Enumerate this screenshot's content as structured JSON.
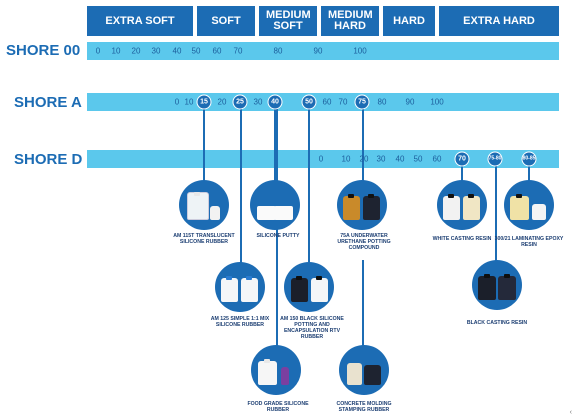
{
  "categories": [
    "EXTRA SOFT",
    "SOFT",
    "MEDIUM SOFT",
    "MEDIUM HARD",
    "HARD",
    "EXTRA HARD"
  ],
  "scales": [
    {
      "name": "SHORE 00",
      "ticks": [
        "0",
        "10",
        "20",
        "30",
        "40",
        "50",
        "60",
        "70",
        "80",
        "90",
        "100"
      ]
    },
    {
      "name": "SHORE A",
      "ticks": [
        "0",
        "10",
        "15",
        "20",
        "25",
        "30",
        "40",
        "50",
        "60",
        "70",
        "75",
        "80",
        "90",
        "100"
      ],
      "highlighted": [
        "15",
        "25",
        "40",
        "50",
        "75"
      ]
    },
    {
      "name": "SHORE D",
      "ticks": [
        "0",
        "10",
        "20",
        "30",
        "40",
        "50",
        "60",
        "70",
        "75-80",
        "80-85"
      ],
      "highlighted": [
        "70",
        "75-80",
        "80-85"
      ]
    }
  ],
  "products": [
    {
      "label": "AM 115T TRANSLUCENT SILICONE RUBBER",
      "scale": "SHORE A",
      "value": "15"
    },
    {
      "label": "AM 125 SIMPLE 1:1 MIX SILICONE RUBBER",
      "scale": "SHORE A",
      "value": "25"
    },
    {
      "label": "SILICONE PUTTY",
      "scale": "SHORE A",
      "value": "40"
    },
    {
      "label": "FOOD GRADE SILICONE RUBBER",
      "scale": "SHORE A",
      "value": "40"
    },
    {
      "label": "AM 150 BLACK SILICONE POTTING AND ENCAPSULATION RTV RUBBER",
      "scale": "SHORE A",
      "value": "50"
    },
    {
      "label": "75A UNDERWATER URETHANE POTTING COMPOUND",
      "scale": "SHORE A",
      "value": "75"
    },
    {
      "label": "CONCRETE MOLDING STAMPING RUBBER",
      "scale": "SHORE A",
      "value": "75"
    },
    {
      "label": "WHITE CASTING RESIN",
      "scale": "SHORE D",
      "value": "70"
    },
    {
      "label": "BLACK CASTING RESIN",
      "scale": "SHORE D",
      "value": "75-80"
    },
    {
      "label": "300/21 LAMINATING EPOXY RESIN",
      "scale": "SHORE D",
      "value": "80-85"
    }
  ],
  "colors": {
    "header_blue": "#1c6cb4",
    "bar_cyan": "#5bc8ec",
    "label_navy": "#1c3e72"
  },
  "nav": {
    "arrow_glyph": "‹"
  }
}
